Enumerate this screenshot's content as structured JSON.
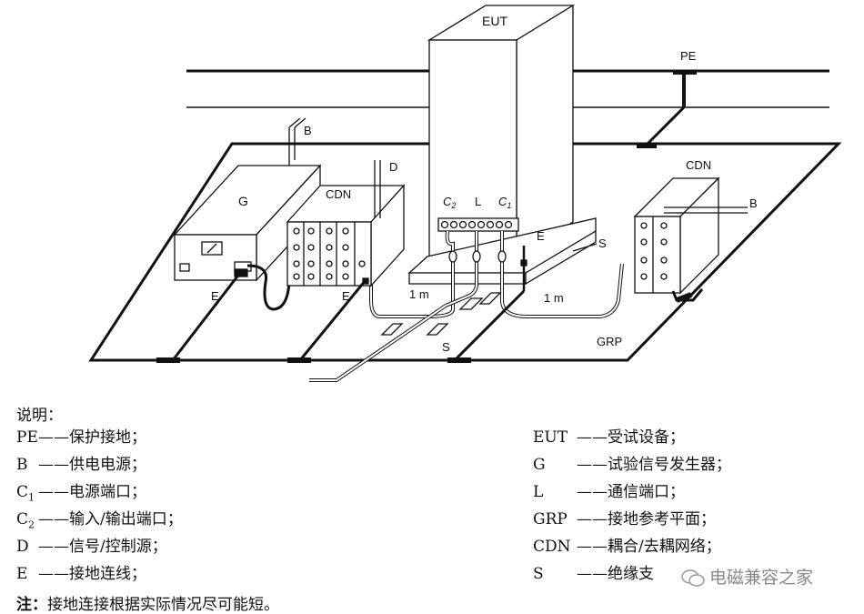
{
  "labels": {
    "eut": "EUT",
    "pe": "PE",
    "b_top": "B",
    "b_right": "B",
    "g": "G",
    "cdn_left": "CDN",
    "cdn_right": "CDN",
    "d": "D",
    "c2": "C",
    "c2_sub": "2",
    "l": "L",
    "c1": "C",
    "c1_sub": "1",
    "e_eut": "E",
    "s_side": "S",
    "e_g": "E",
    "e_cdn": "E",
    "one_m_left": "1 m",
    "one_m_right": "1 m",
    "s_bottom": "S",
    "grp": "GRP"
  },
  "legend": {
    "title": "说明：",
    "left": [
      {
        "key": "PE",
        "sub": "",
        "desc": "——保护接地；"
      },
      {
        "key": "B",
        "sub": "",
        "desc": "——供电电源；"
      },
      {
        "key": "C",
        "sub": "1",
        "desc": "——电源端口；"
      },
      {
        "key": "C",
        "sub": "2",
        "desc": "——输入/输出端口；"
      },
      {
        "key": "D",
        "sub": "",
        "desc": "——信号/控制源；"
      },
      {
        "key": "E",
        "sub": "",
        "desc": "——接地连线；"
      }
    ],
    "right": [
      {
        "key": "EUT",
        "sub": "",
        "desc": "——受试设备；"
      },
      {
        "key": "G",
        "sub": "",
        "desc": "——试验信号发生器；"
      },
      {
        "key": "L",
        "sub": "",
        "desc": "——通信端口；"
      },
      {
        "key": "GRP",
        "sub": "",
        "desc": "——接地参考平面；"
      },
      {
        "key": "CDN",
        "sub": "",
        "desc": "——耦合/去耦网络；"
      },
      {
        "key": "S",
        "sub": "",
        "desc": "——绝缘支"
      }
    ],
    "note_label": "注：",
    "note_text": "接地连接根据实际情况尽可能短。"
  },
  "watermark": "电磁兼容之家"
}
